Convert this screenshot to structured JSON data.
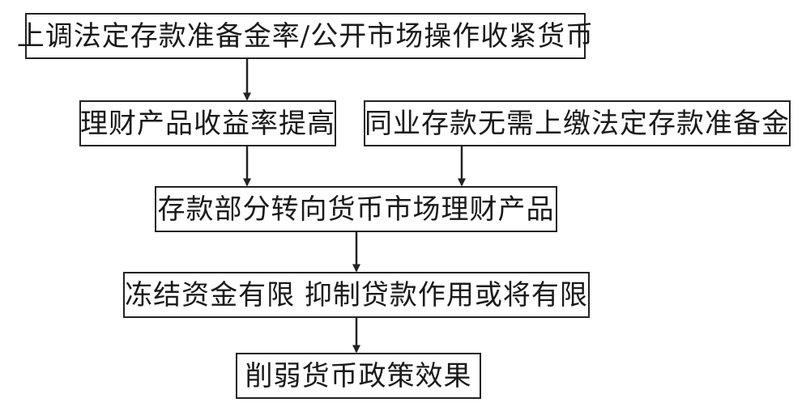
{
  "flowchart": {
    "nodes": {
      "raise_reserve": "上调法定存款准备金率/公开市场操作收紧货币",
      "wmp_yield": "理财产品收益率提高",
      "interbank": "同业存款无需上缴法定存款准备金",
      "deposit_shift": "存款部分转向货币市场理财产品",
      "limited_freeze": "冻结资金有限 抑制贷款作用或将有限",
      "weaken_policy": "削弱货币政策效果"
    }
  }
}
